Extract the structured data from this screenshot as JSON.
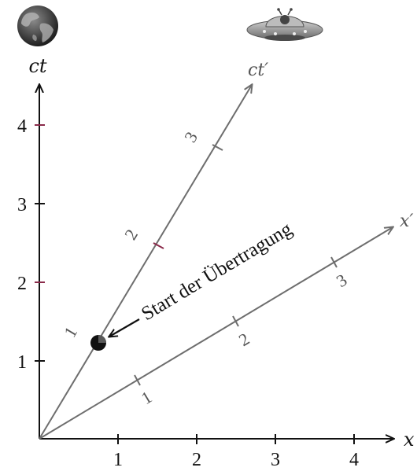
{
  "icons": {
    "earth": "earth-globe-icon",
    "ufo": "ufo-spaceship-icon"
  },
  "axes": {
    "vertical_label": "ct",
    "horizontal_label": "x",
    "vertical_ticks": [
      "1",
      "2",
      "3",
      "4"
    ],
    "horizontal_ticks": [
      "1",
      "2",
      "3",
      "4"
    ]
  },
  "moving_frame": {
    "time_axis_label": "ct′",
    "space_axis_label": "x′",
    "time_axis_ticks": [
      "1",
      "2",
      "3"
    ],
    "space_axis_ticks": [
      "1",
      "2",
      "3"
    ],
    "slope_fraction": 0.6
  },
  "event": {
    "label": "Start der Übertragung",
    "ct_prime": 1,
    "marker_color": "#111111"
  },
  "colors": {
    "rest_axes": "#111111",
    "moving_axes": "#6e6e6e",
    "tick_marks_rest": "#8a2a4a"
  }
}
